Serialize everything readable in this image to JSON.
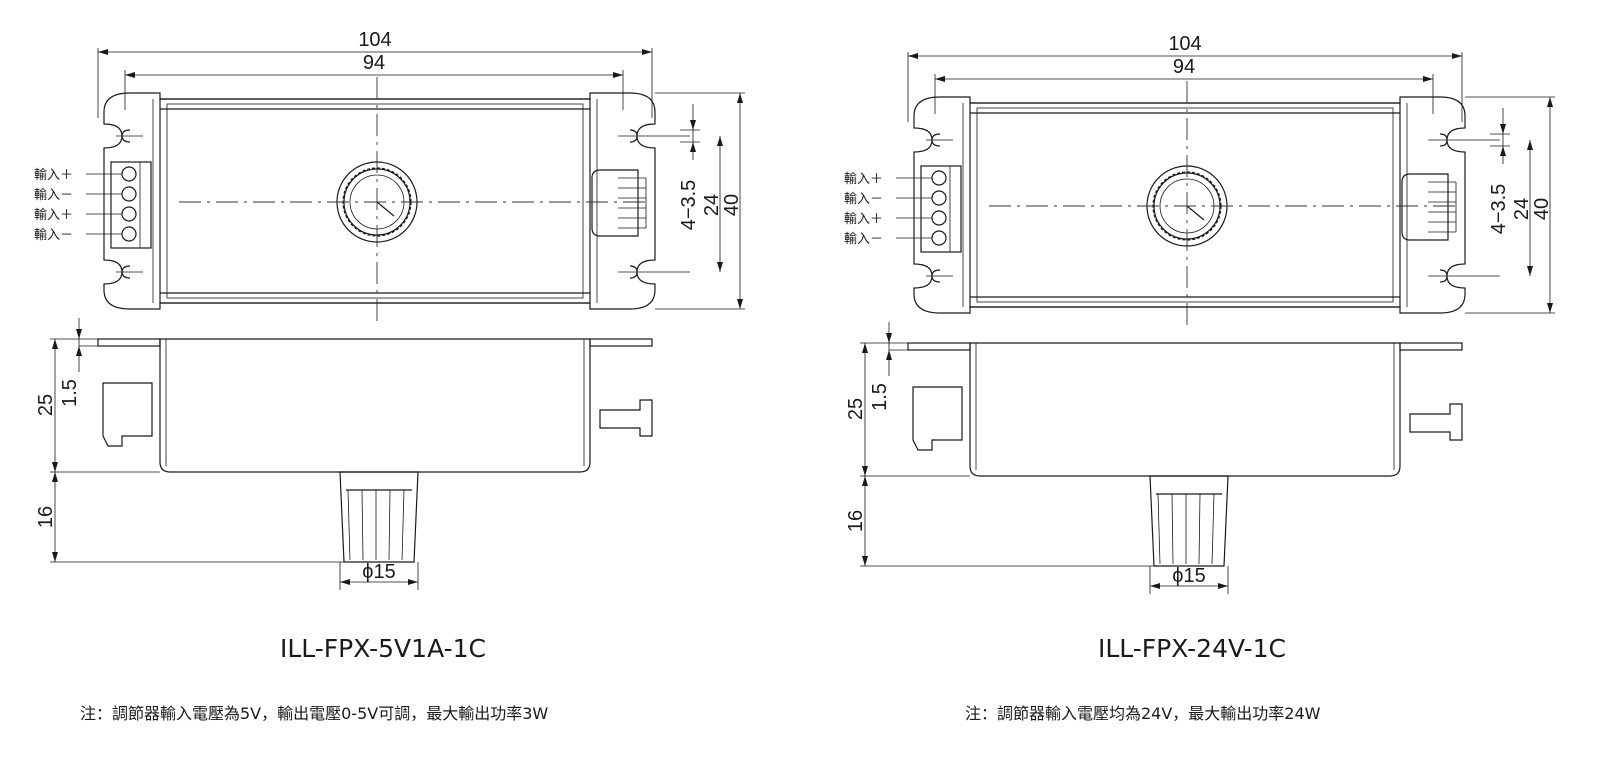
{
  "diagrams": [
    {
      "model": "ILL-FPX-5V1A-1C",
      "note": "注：調節器輸入電壓為5V，輸出電壓0-5V可調，最大輸出功率3W",
      "dims": {
        "overall_length": "104",
        "body_length": "94",
        "slot": "4−3.5",
        "hole_pitch": "24",
        "overall_width": "40",
        "flange": "1.5",
        "height": "25",
        "knob_height": "16",
        "knob_dia": "ϕ15"
      },
      "pins": [
        "輸入＋",
        "輸入－",
        "輸入＋",
        "輸入－"
      ]
    },
    {
      "model": "ILL-FPX-24V-1C",
      "note": "注：調節器輸入電壓均為24V，最大輸出功率24W",
      "dims": {
        "overall_length": "104",
        "body_length": "94",
        "slot": "4−3.5",
        "hole_pitch": "24",
        "overall_width": "40",
        "flange": "1.5",
        "height": "25",
        "knob_height": "16",
        "knob_dia": "ϕ15"
      },
      "pins": [
        "輸入＋",
        "輸入－",
        "輸入＋",
        "輸入－"
      ]
    }
  ]
}
